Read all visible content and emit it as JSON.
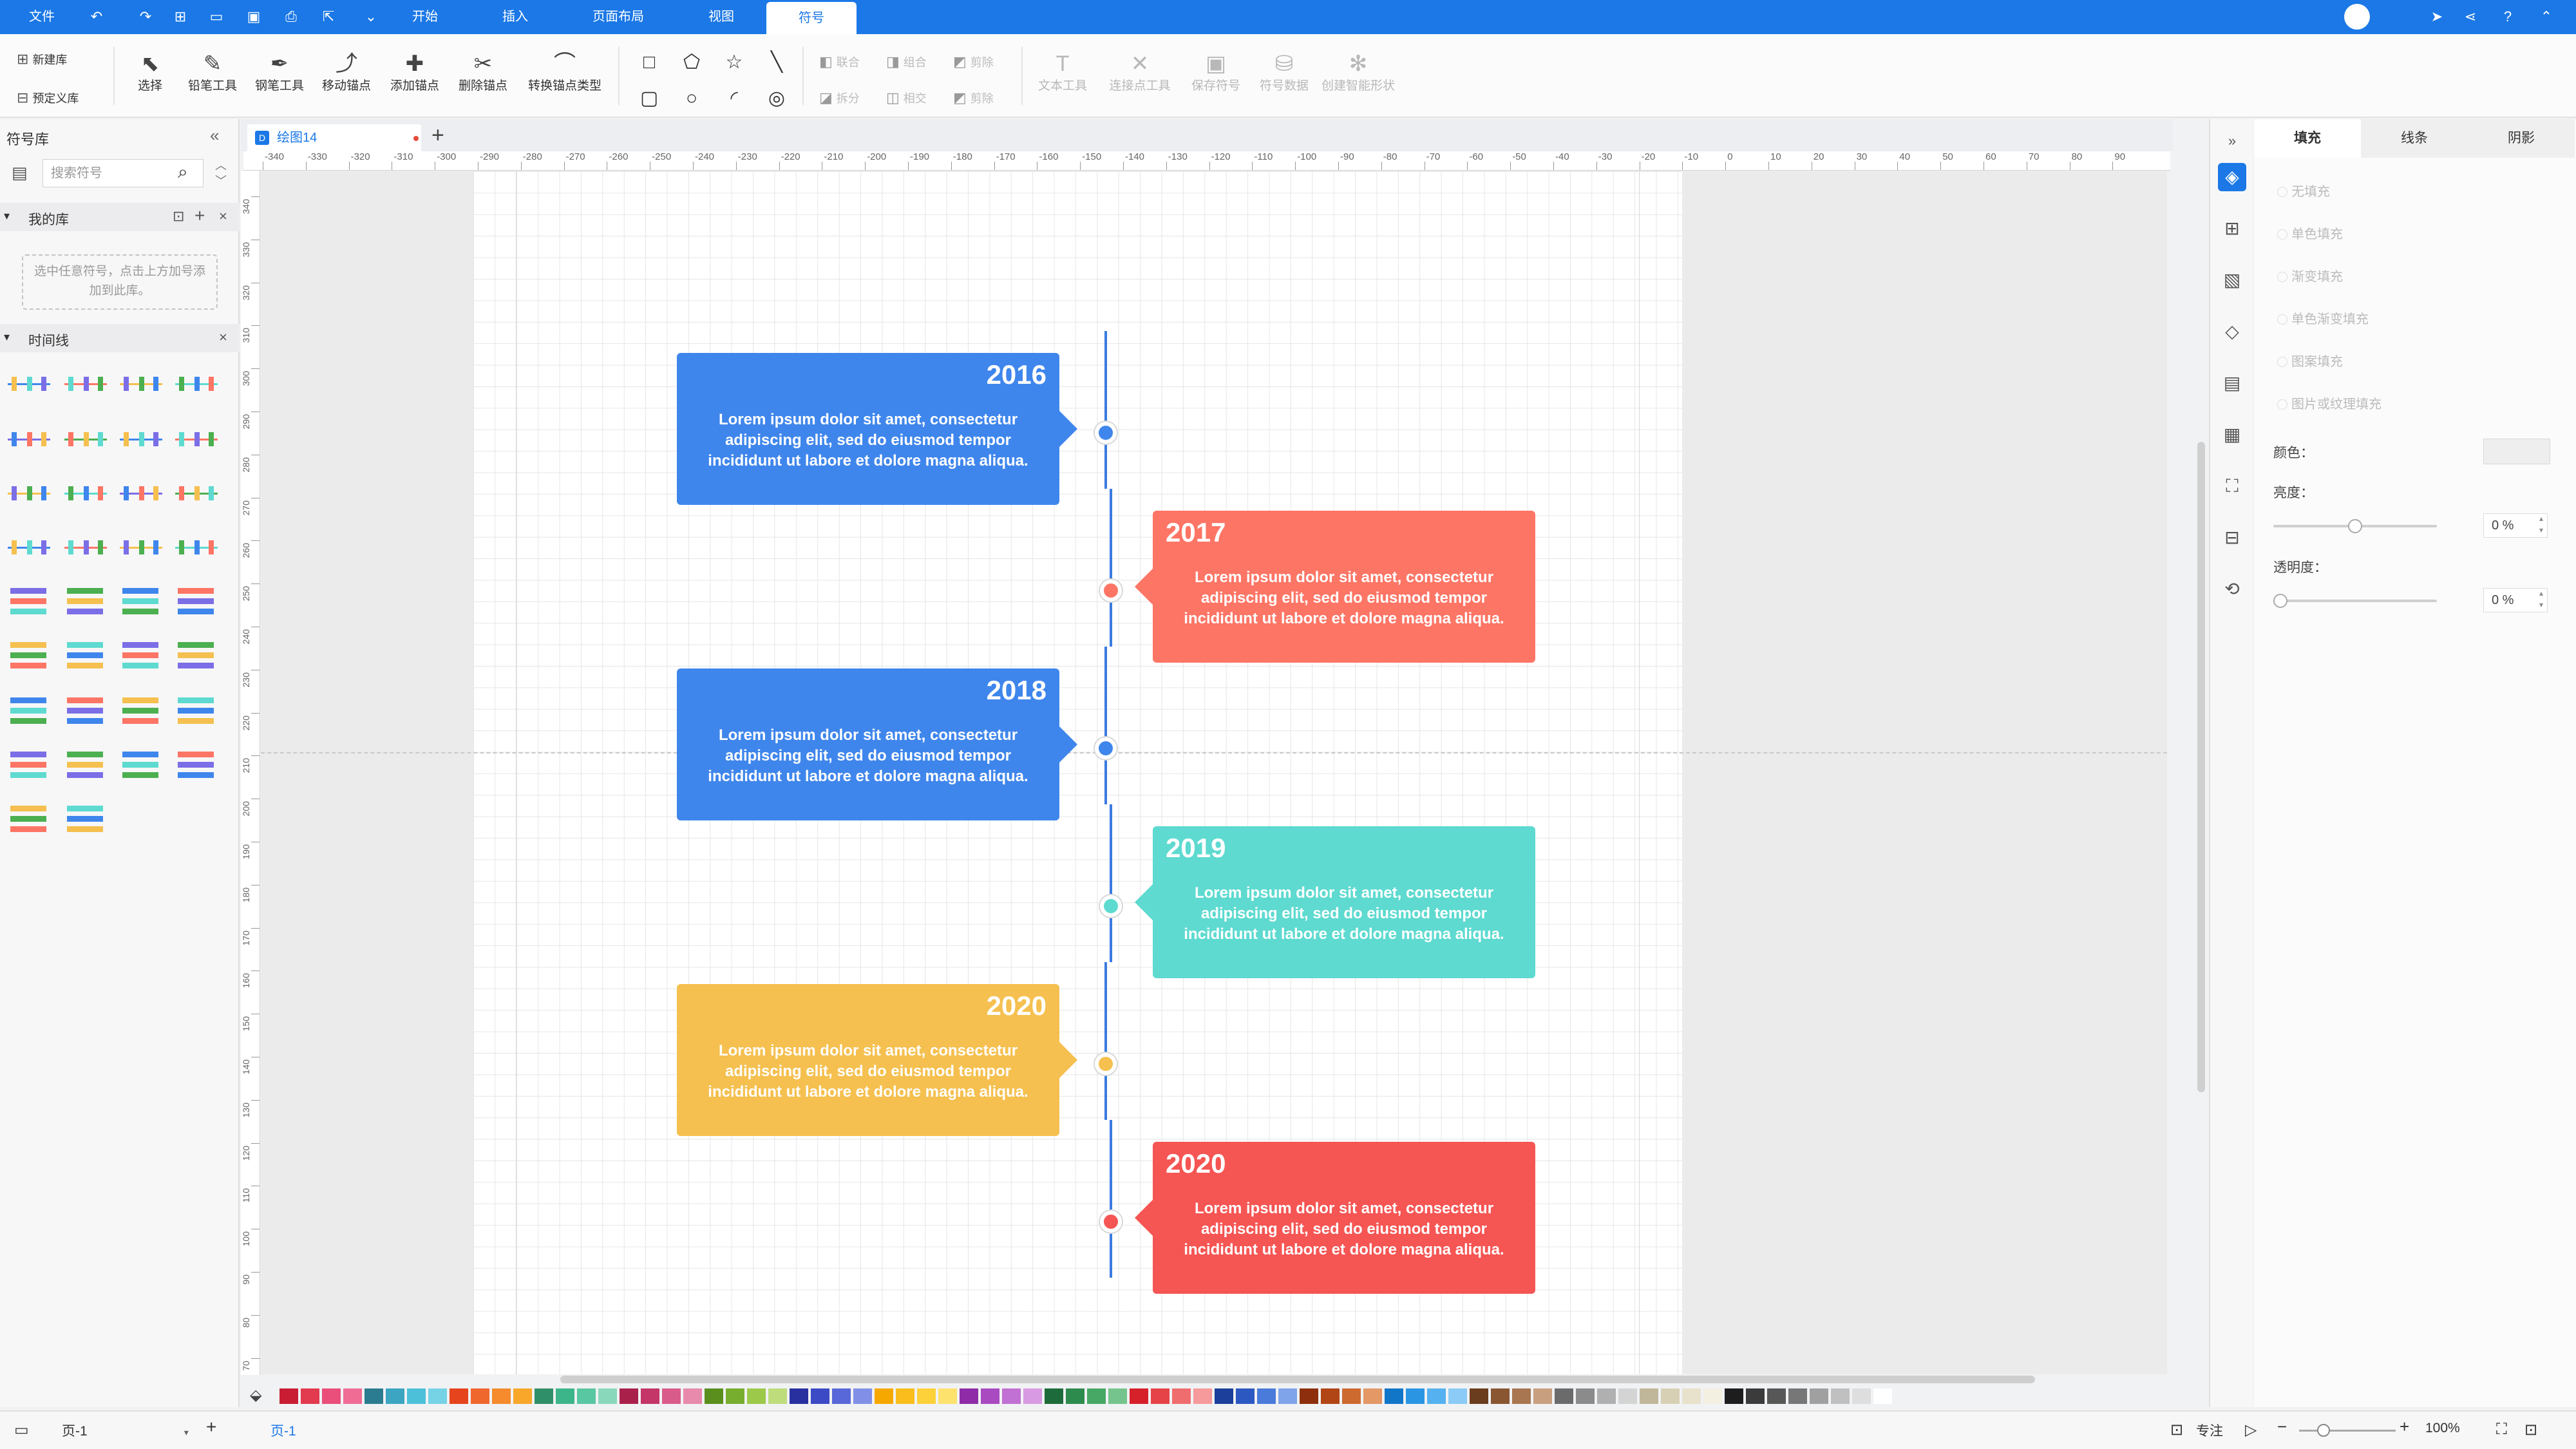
{
  "menubar": {
    "file": "文件",
    "tabs": [
      {
        "label": "开始"
      },
      {
        "label": "插入"
      },
      {
        "label": "页面布局"
      },
      {
        "label": "视图"
      },
      {
        "label": "符号"
      }
    ]
  },
  "ribbon": {
    "new_lib": "新建库",
    "preset_lib": "预定义库",
    "tools": [
      {
        "label": "选择",
        "icon": "cursor-icon"
      },
      {
        "label": "铅笔工具",
        "icon": "pencil-icon"
      },
      {
        "label": "钢笔工具",
        "icon": "pen-icon"
      },
      {
        "label": "移动锚点",
        "icon": "move-anchor-icon"
      },
      {
        "label": "添加锚点",
        "icon": "add-anchor-icon"
      },
      {
        "label": "删除锚点",
        "icon": "delete-anchor-icon"
      },
      {
        "label": "转换锚点类型",
        "icon": "convert-anchor-icon"
      }
    ],
    "bool_ops": [
      "联合",
      "组合",
      "剪除",
      "拆分",
      "相交",
      "剪除"
    ],
    "more_tools": [
      "文本工具",
      "连接点工具",
      "保存符号",
      "符号数据",
      "创建智能形状"
    ]
  },
  "leftpanel": {
    "title": "符号库",
    "search_placeholder": "搜索符号",
    "my_lib": "我的库",
    "hint": "选中任意符号，点击上方加号添加到此库。",
    "timeline": "时间线"
  },
  "doc": {
    "tab_title": "绘图14",
    "hruler_ticks": [
      "-340",
      "-330",
      "-320",
      "-310",
      "-300",
      "-290",
      "-280",
      "-270",
      "-260",
      "-250",
      "-240",
      "-230",
      "-220",
      "-210",
      "-200",
      "-190",
      "-180",
      "-170",
      "-160",
      "-150",
      "-140",
      "-130",
      "-120",
      "-110",
      "-100",
      "-90",
      "-80",
      "-70",
      "-60",
      "-50",
      "-40",
      "-30",
      "-20",
      "-10",
      "0",
      "10",
      "20",
      "30",
      "40",
      "50",
      "60",
      "70",
      "80",
      "90"
    ],
    "vruler_ticks": [
      "340",
      "330",
      "320",
      "310",
      "300",
      "290",
      "280",
      "270",
      "260",
      "250",
      "240",
      "230",
      "220",
      "210",
      "200",
      "190",
      "180",
      "170",
      "160",
      "150",
      "140",
      "130",
      "120",
      "110",
      "100",
      "90",
      "80",
      "70"
    ]
  },
  "timeline": {
    "body_text": "Lorem ipsum dolor sit amet, consectetur adipiscing elit, sed do eiusmod tempor incididunt ut labore et dolore magna aliqua.",
    "items": [
      {
        "year": "2016",
        "side": "left",
        "color": "#3f86ec"
      },
      {
        "year": "2017",
        "side": "right",
        "color": "#fd7565"
      },
      {
        "year": "2018",
        "side": "left",
        "color": "#3f86ec"
      },
      {
        "year": "2019",
        "side": "right",
        "color": "#5edad0"
      },
      {
        "year": "2020",
        "side": "left",
        "color": "#f5c04f"
      },
      {
        "year": "2020",
        "side": "right",
        "color": "#f55553"
      }
    ]
  },
  "rightpanel": {
    "tabs": [
      "填充",
      "线条",
      "阴影"
    ],
    "fill_options": [
      "无填充",
      "单色填充",
      "渐变填充",
      "单色渐变填充",
      "图案填充",
      "图片或纹理填充"
    ],
    "color_label": "颜色：",
    "brightness_label": "亮度：",
    "brightness_value": "0 %",
    "opacity_label": "透明度：",
    "opacity_value": "0 %"
  },
  "palette": [
    "#c81d32",
    "#e23a4f",
    "#e94f7a",
    "#f06c95",
    "#2b7c91",
    "#3ba5c2",
    "#4cc0d9",
    "#76d3e6",
    "#e5441c",
    "#f0672d",
    "#f58b2d",
    "#f8a72b",
    "#2f8f69",
    "#3db58a",
    "#59c7a1",
    "#8ad8bb",
    "#a9214b",
    "#c43568",
    "#d95b8a",
    "#e78aab",
    "#5a8f1e",
    "#77ae2e",
    "#9cc94a",
    "#bfdc7c",
    "#2830a0",
    "#3c4ac6",
    "#5868d8",
    "#8190e6",
    "#f7a800",
    "#fbbd1b",
    "#fdd13a",
    "#fde26e",
    "#8f2ba7",
    "#a94ac1",
    "#c170d3",
    "#d89be3",
    "#1d6b3a",
    "#2d8b4e",
    "#47a866",
    "#75c48d",
    "#d6202a",
    "#e64348",
    "#ef6d6f",
    "#f69a9b",
    "#1b3f9b",
    "#2c58c2",
    "#4a7bdb",
    "#7fa4ea",
    "#8d2f0c",
    "#b24515",
    "#cd6a2f",
    "#e39866",
    "#1175c8",
    "#2a96e3",
    "#55b1ef",
    "#8bcbf5",
    "#6a3d1f",
    "#8a5632",
    "#a87651",
    "#c8a07f",
    "#6b6b6b",
    "#8b8b8b",
    "#b0b0b0",
    "#d4d4d4",
    "#c0b79a",
    "#d8d0b4",
    "#e8e2cc",
    "#f3efe1",
    "#1d1d1d",
    "#3b3b3b",
    "#575757",
    "#777777",
    "#a0a0a0",
    "#c0c0c0",
    "#dedede",
    "#ffffff"
  ],
  "statusbar": {
    "page_select": "页-1",
    "page_tab": "页-1",
    "focus": "专注",
    "zoom": "100%"
  }
}
